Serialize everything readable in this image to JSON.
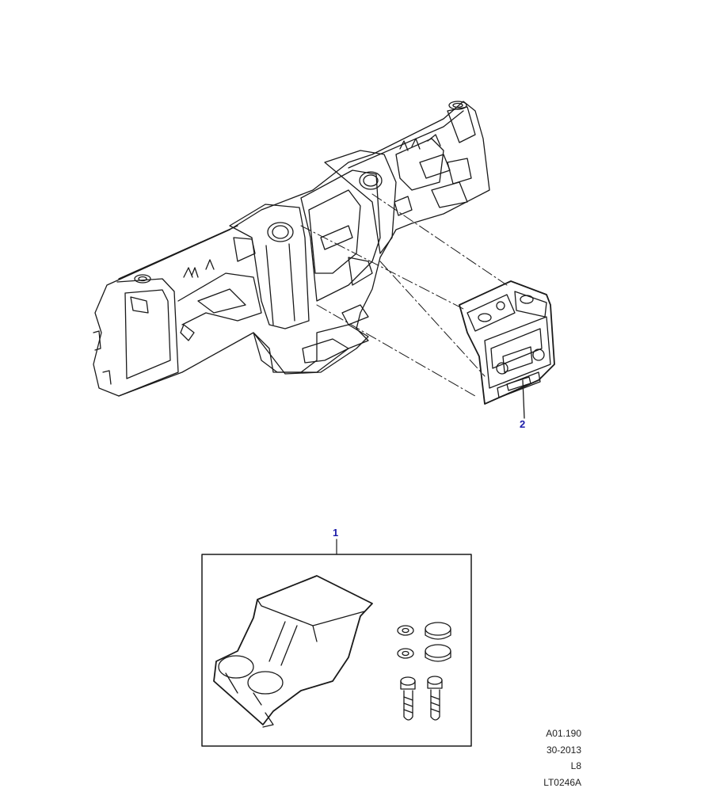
{
  "callouts": {
    "console_kit": "1",
    "fascia_panel": "2"
  },
  "reference": {
    "code": "A01.190",
    "date": "30-2013",
    "level": "L8",
    "illustration": "LT0246A"
  },
  "colors": {
    "line": "#1a1a1a",
    "callout": "#1a1aa8"
  }
}
